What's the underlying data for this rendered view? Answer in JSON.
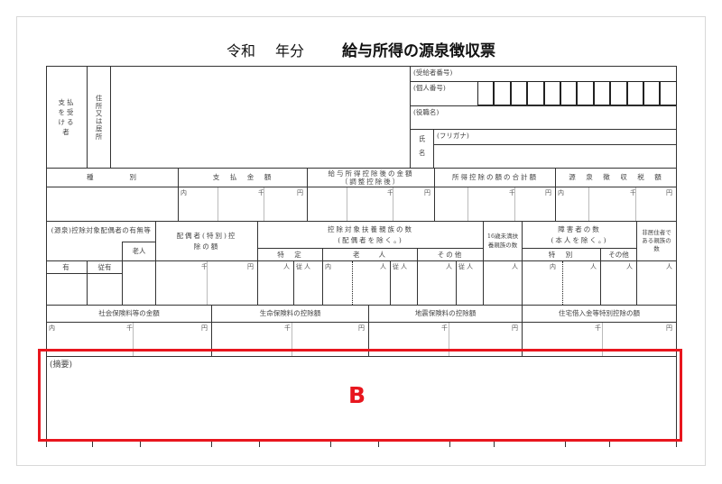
{
  "title": {
    "era": "令和",
    "year_suffix": "年分",
    "main": "給与所得の源泉徴収票"
  },
  "recipient": {
    "label": "支払を受ける者",
    "address_label": "住所又は居所",
    "recipient_no": "(受給者番号)",
    "my_number": "(個人番号)",
    "position": "(役職名)",
    "name_label": "氏名",
    "furigana": "(フリガナ)"
  },
  "row2": {
    "type": "種　　　　別",
    "payment": "支　払　金　額",
    "after_deduction": "給与所得控除後の金額（調整控除後）",
    "deductions_total": "所得控除の額の合計額",
    "withholding": "源　泉　徴　収　税　額"
  },
  "units": {
    "inner": "内",
    "thousand": "千",
    "yen": "円",
    "person": "人",
    "sub_person": "従人"
  },
  "row3": {
    "spouse": "(源泉)控除対象配偶者の有無等",
    "elderly": "老人",
    "spouse_special": "配偶者(特別)控除の額",
    "dependents": "控除対象扶養親族の数",
    "dependents_note": "(配偶者を除く。)",
    "specific": "特　定",
    "elderly2": "老　　人",
    "other": "その他",
    "under16": "16歳未満扶養親族の数",
    "disabled": "障害者の数",
    "disabled_note": "(本人を除く。)",
    "special": "特　別",
    "other2": "その他",
    "nonresident": "非居住者である親族の数",
    "have": "有",
    "sub_have": "従有"
  },
  "row4": {
    "social": "社会保険料等の金額",
    "life": "生命保険料の控除額",
    "earthquake": "地震保険料の控除額",
    "housing": "住宅借入金等特別控除の額"
  },
  "remarks": {
    "label": "(摘要)"
  },
  "annotation": {
    "label": "B",
    "color": "#e8161e"
  }
}
